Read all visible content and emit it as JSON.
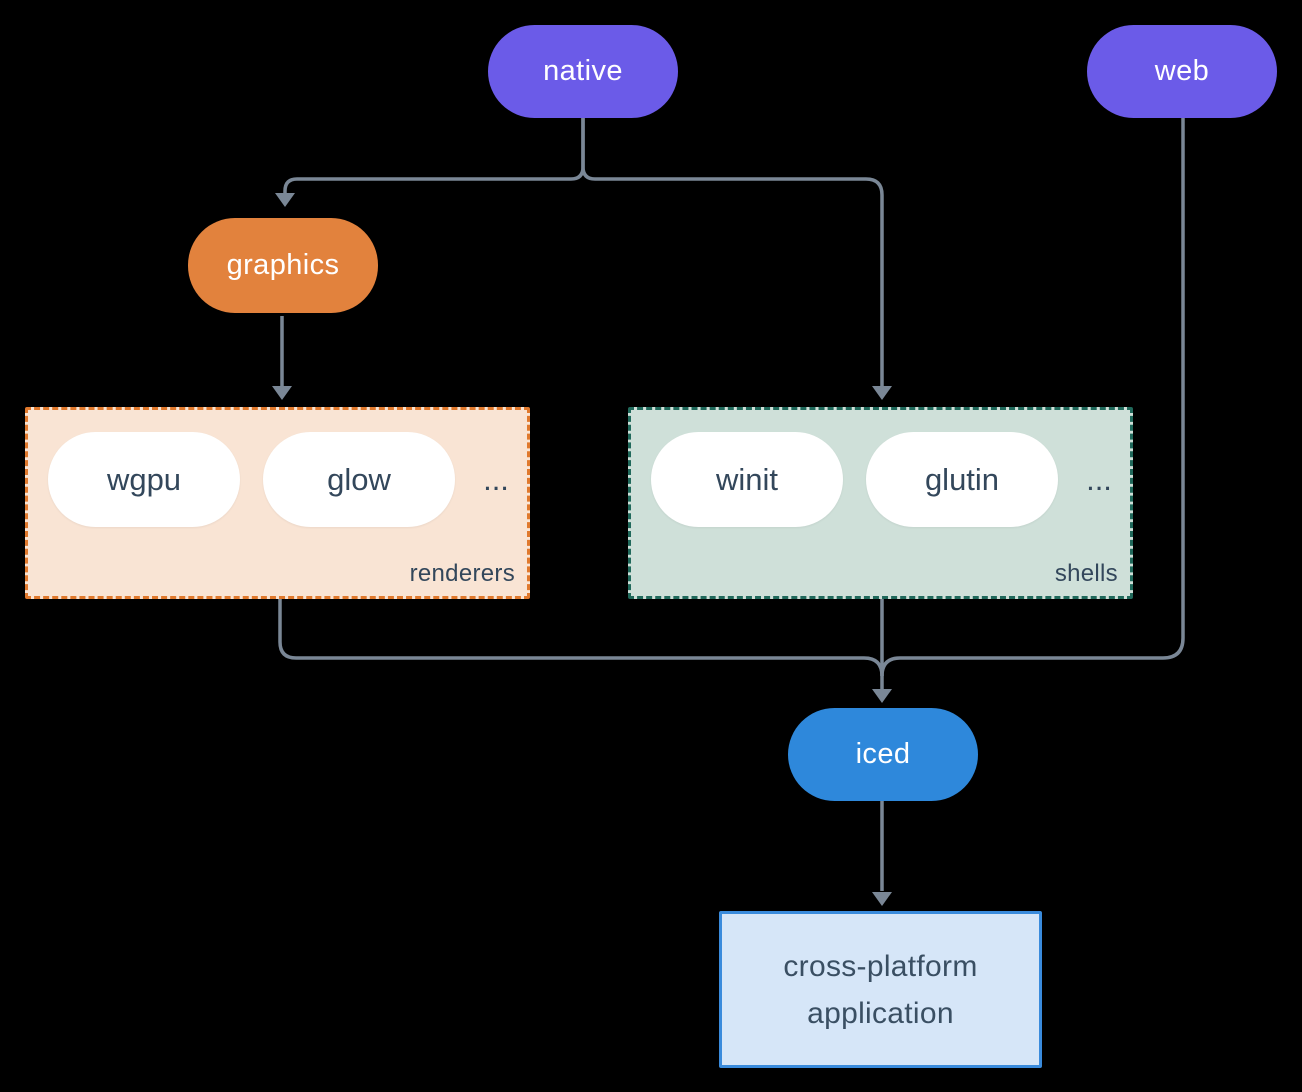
{
  "nodes": {
    "native": {
      "label": "native"
    },
    "web": {
      "label": "web"
    },
    "graphics": {
      "label": "graphics"
    },
    "iced": {
      "label": "iced"
    },
    "application": {
      "line1": "cross-platform",
      "line2": "application"
    }
  },
  "groups": {
    "renderers": {
      "label": "renderers",
      "items": [
        "wgpu",
        "glow"
      ],
      "ellipsis": "..."
    },
    "shells": {
      "label": "shells",
      "items": [
        "winit",
        "glutin"
      ],
      "ellipsis": "..."
    }
  },
  "colors": {
    "node_purple": "#6B5BE8",
    "node_orange": "#E2823D",
    "node_blue": "#2E88DB",
    "renderers_bg": "#F9E4D4",
    "renderers_border": "#E0792D",
    "shells_bg": "#CFE0D9",
    "shells_border": "#20695B",
    "app_bg": "#D6E6F8",
    "app_border": "#3A8BDC",
    "connector": "#7A8796",
    "text_dark": "#33475B",
    "background": "#000000"
  }
}
